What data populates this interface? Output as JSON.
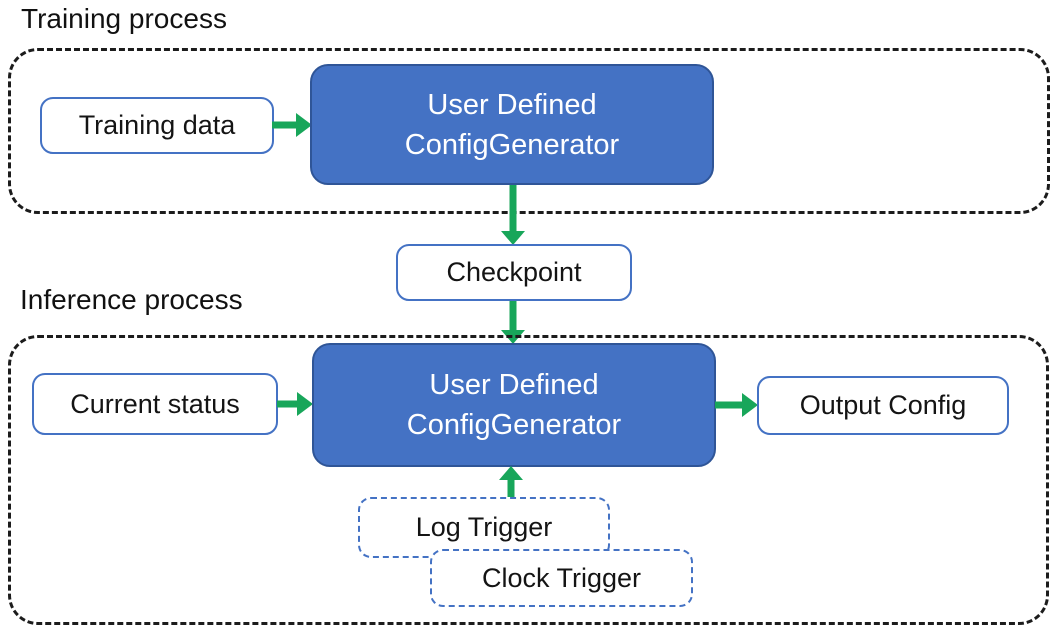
{
  "training": {
    "title": "Training process",
    "data_box": "Training data",
    "generator_line1": "User Defined",
    "generator_line2": "ConfigGenerator"
  },
  "checkpoint": {
    "label": "Checkpoint"
  },
  "inference": {
    "title": "Inference process",
    "status_box": "Current status",
    "generator_line1": "User Defined",
    "generator_line2": "ConfigGenerator",
    "output_box": "Output Config",
    "log_trigger": "Log Trigger",
    "clock_trigger": "Clock Trigger"
  },
  "colors": {
    "generator_fill": "#4472C4",
    "generator_border": "#2F5597",
    "box_border_blue": "#4472C4",
    "arrow_green": "#18A65A",
    "container_dash_black": "#1C1C1C",
    "text_black": "#141414",
    "text_white": "#FFFFFF"
  }
}
